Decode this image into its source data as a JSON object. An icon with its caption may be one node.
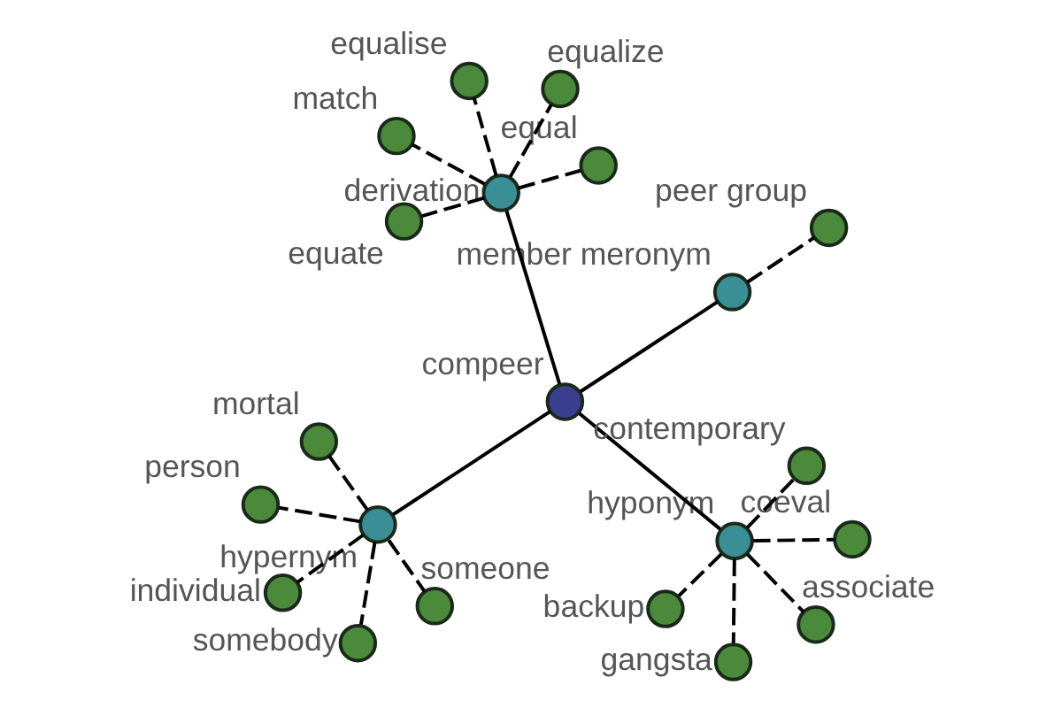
{
  "diagram": {
    "nodes": [
      {
        "text": [
          "compeer"
        ]
      },
      {
        "text": [
          "hypernym"
        ]
      },
      {
        "text": [
          "somebody"
        ]
      },
      {
        "text": [
          "mortal"
        ]
      },
      {
        "text": [
          "someone"
        ]
      },
      {
        "text": [
          "person"
        ]
      },
      {
        "text": [
          "individual"
        ]
      },
      {
        "text": [
          "hyponym"
        ]
      },
      {
        "text": [
          "gangsta"
        ]
      },
      {
        "text": [
          "coeval"
        ]
      },
      {
        "text": [
          "associate"
        ]
      },
      {
        "text": [
          "backup"
        ]
      },
      {
        "text": [
          "contemporary"
        ]
      },
      {
        "text": [
          "member meronym"
        ]
      },
      {
        "text": [
          "peer group"
        ]
      },
      {
        "text": [
          "derivation"
        ]
      },
      {
        "text": [
          "equal"
        ]
      },
      {
        "text": [
          "match"
        ]
      },
      {
        "text": [
          "equate"
        ]
      },
      {
        "text": [
          "equalise"
        ]
      },
      {
        "text": [
          "equalize"
        ]
      }
    ],
    "edges": [
      {
        "from": 0,
        "to": 1,
        "arrow": "none"
      },
      {
        "from": 1,
        "to": 2,
        "arrow": "none",
        "style": "dashed"
      },
      {
        "from": 1,
        "to": 3,
        "arrow": "none",
        "style": "dashed"
      },
      {
        "from": 1,
        "to": 4,
        "arrow": "none",
        "style": "dashed"
      },
      {
        "from": 1,
        "to": 5,
        "arrow": "none",
        "style": "dashed"
      },
      {
        "from": 1,
        "to": 6,
        "arrow": "none",
        "style": "dashed"
      },
      {
        "from": 0,
        "to": 7,
        "arrow": "none"
      },
      {
        "from": 7,
        "to": 8,
        "arrow": "none",
        "style": "dashed"
      },
      {
        "from": 7,
        "to": 9,
        "arrow": "none",
        "style": "dashed"
      },
      {
        "from": 7,
        "to": 10,
        "arrow": "none",
        "style": "dashed"
      },
      {
        "from": 7,
        "to": 11,
        "arrow": "none",
        "style": "dashed"
      },
      {
        "from": 7,
        "to": 12,
        "arrow": "none",
        "style": "dashed"
      },
      {
        "from": 0,
        "to": 13,
        "arrow": "none"
      },
      {
        "from": 13,
        "to": 14,
        "arrow": "none",
        "style": "dashed"
      },
      {
        "from": 0,
        "to": 15,
        "arrow": "none"
      },
      {
        "from": 15,
        "to": 16,
        "arrow": "none",
        "style": "dashed"
      },
      {
        "from": 15,
        "to": 17,
        "arrow": "none",
        "style": "dashed"
      },
      {
        "from": 15,
        "to": 18,
        "arrow": "none",
        "style": "dashed"
      },
      {
        "from": 15,
        "to": 19,
        "arrow": "none",
        "style": "dashed"
      },
      {
        "from": 15,
        "to": 20,
        "arrow": "none",
        "style": "dashed"
      }
    ]
  }
}
